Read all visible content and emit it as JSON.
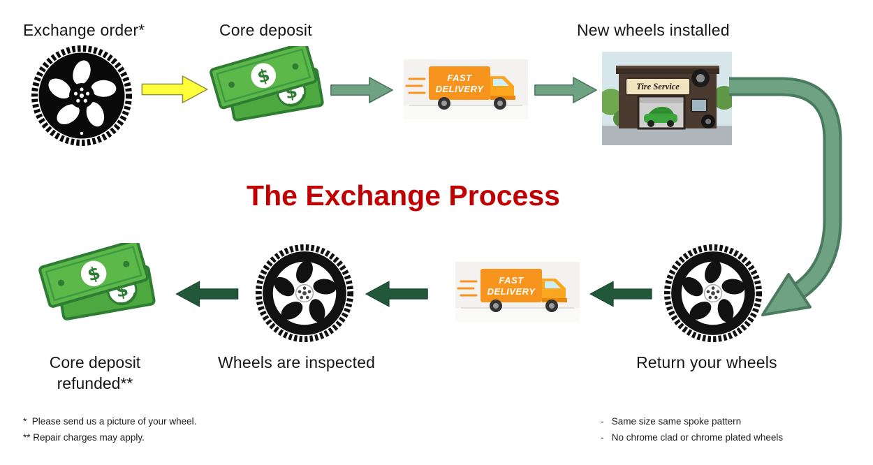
{
  "title": "The Exchange Process",
  "steps": {
    "exchange_order": "Exchange order*",
    "core_deposit": "Core deposit",
    "new_wheels_installed": "New wheels installed",
    "return_your_wheels": "Return your wheels",
    "wheels_are_inspected": "Wheels are inspected",
    "core_deposit_refunded_line1": "Core deposit",
    "core_deposit_refunded_line2": "refunded**"
  },
  "truck": {
    "line1": "FAST",
    "line2": "DELIVERY"
  },
  "shop": {
    "sign": "Tire Service"
  },
  "money": {
    "dollar_sign": "$"
  },
  "footnotes": {
    "left": [
      "*  Please send us a picture of your wheel.",
      "** Repair charges may apply."
    ],
    "right": [
      "-   Same size same spoke pattern",
      "-   No chrome clad or chrome plated wheels"
    ]
  },
  "colors": {
    "title_red": "#C00000",
    "yellow_arrow": "#FFFF3B",
    "sage_arrow": "#6FA283",
    "dark_green_arrow": "#21583A",
    "money_green": "#5BB849",
    "truck_orange": "#F7941D"
  }
}
